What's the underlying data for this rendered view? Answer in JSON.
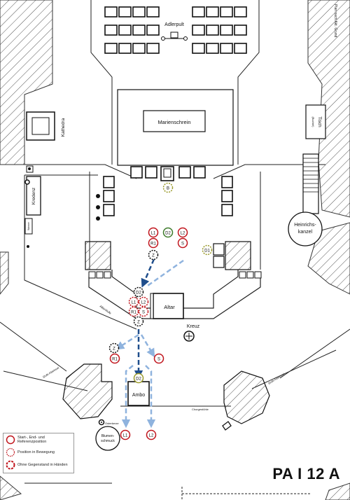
{
  "plan": {
    "labels": {
      "adlerpult": "Adlerpult",
      "marienschrein": "Marienschrein",
      "kathedra": "Kathedra",
      "tisch": "Tisch",
      "tisch_sub": "(Buchel)",
      "kredenz": "Kredenz",
      "wasser": "Wasser",
      "heinrichskanzel_1": "Heinrichs-",
      "heinrichskanzel_2": "kanzel",
      "altar": "Altar",
      "kreuz": "Kreuz",
      "ambo": "Ambo",
      "blumenschmuck_1": "Blumen-",
      "blumenschmuck_2": "schmuck",
      "osterkerze": "Osterkerze",
      "altarstufe": "Altarstufe",
      "stufe_links": "Stufe Altarinsel",
      "stufe_rechts": "Stufe Altarinsel",
      "chorstufe": "Chorgestühle",
      "wall_note": "Plan nach Akt. Grund"
    },
    "markers": {
      "L1_top": "L1",
      "D2_top": "D2",
      "L2_top": "L2",
      "R1_top": "R1",
      "S_top": "S",
      "Z_top": "Z",
      "D1": "D1",
      "B": "B",
      "D2_mid": "D2",
      "L1_mid": "L1",
      "L2_mid": "L2",
      "R1_mid": "R1",
      "S_mid": "S",
      "Z_mid": "Z",
      "Z_low": "Z",
      "R1_low": "R1",
      "S_low": "S",
      "D2_low": "D2",
      "L1_bot": "L1",
      "L2_bot": "L2"
    }
  },
  "legend": {
    "start_end": "Start-, End- und Referenzposition",
    "moving": "Position in Bewegung",
    "empty_hands": "Ohne Gegenstand in Händen"
  },
  "page_id": "PA I 12 A",
  "colors": {
    "red": "#c0141c",
    "green": "#3d7a2a",
    "olive": "#9a9a2a",
    "dark_arrow": "#1f4e8c",
    "light_arrow": "#8fb3de"
  }
}
